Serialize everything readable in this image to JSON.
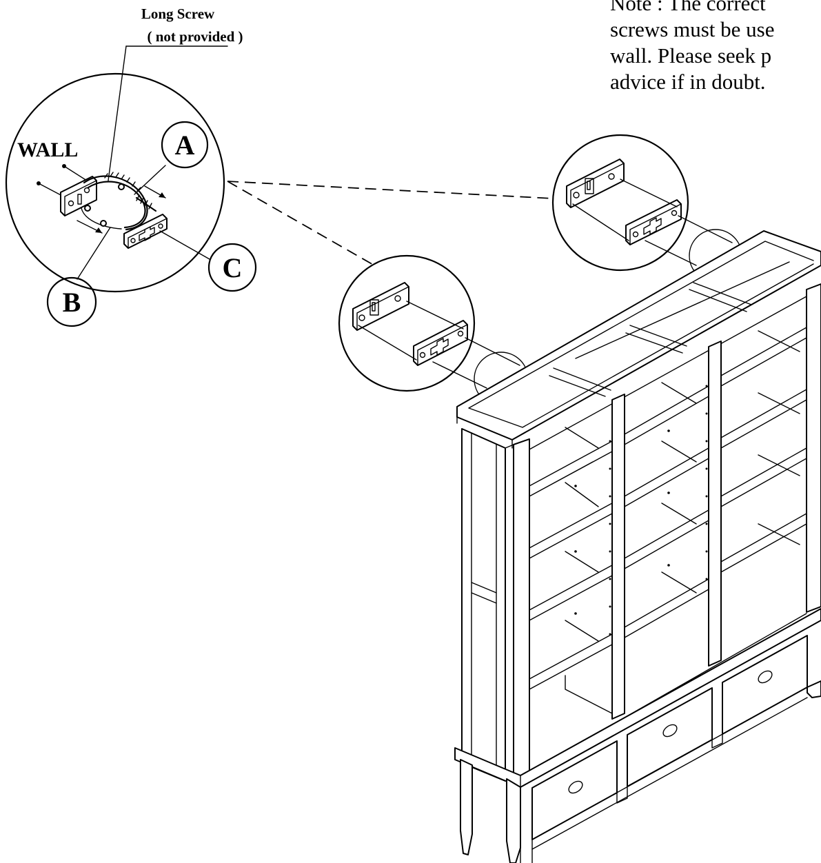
{
  "note": {
    "lines": [
      "Note : The correct",
      "screws must be use",
      "wall. Please seek p",
      "advice if in doubt."
    ]
  },
  "callout": {
    "title": "Long Screw",
    "subtitle": "( not provided )",
    "wall_label": "WALL",
    "label_a": "A",
    "label_b": "B",
    "label_c": "C"
  }
}
